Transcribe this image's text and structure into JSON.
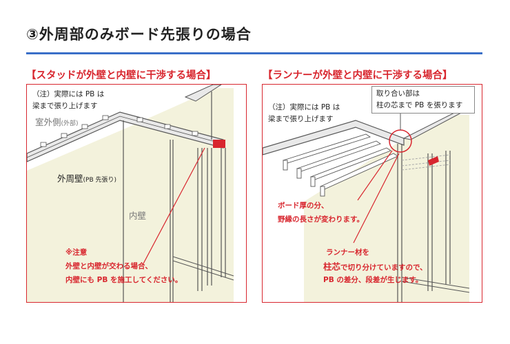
{
  "page_title": "③外周部のみボード先張りの場合",
  "panels": [
    {
      "heading": "【スタッドが外壁と内壁に干渉する場合】",
      "note_line1": "（注）実際には PB は",
      "note_line2": "梁まで張り上げます",
      "label_outdoor": "室外側",
      "label_outdoor_sub": "(外部)",
      "label_outer_wall": "外周壁",
      "label_outer_wall_sub": "(PB 先張り)",
      "label_inner_wall": "内壁",
      "warning_title": "※注意",
      "warning_line1": "外壁と内壁が交わる場合、",
      "warning_line2": "内壁にも PB を施工してください。"
    },
    {
      "heading": "【ランナーが外壁と内壁に干渉する場合】",
      "note_line1": "（注）実際には PB は",
      "note_line2": "梁まで張り上げます",
      "callout_line1": "取り合い部は",
      "callout_line2": "柱の芯まで PB を張ります",
      "red_note_line1": "ボード厚の分、",
      "red_note_line2": "野縁の長さが変わります。",
      "runner_line1": "ランナー材を",
      "runner_line2a": "柱芯",
      "runner_line2b": "で切り分けていますので、",
      "runner_line3": "PB の差分、段差が生じます。"
    }
  ],
  "colors": {
    "accent_red": "#d8262e",
    "title_rule_blue": "#3a6fc8",
    "wall_fill": "#f3f2dc",
    "frame_stroke": "#555555"
  }
}
